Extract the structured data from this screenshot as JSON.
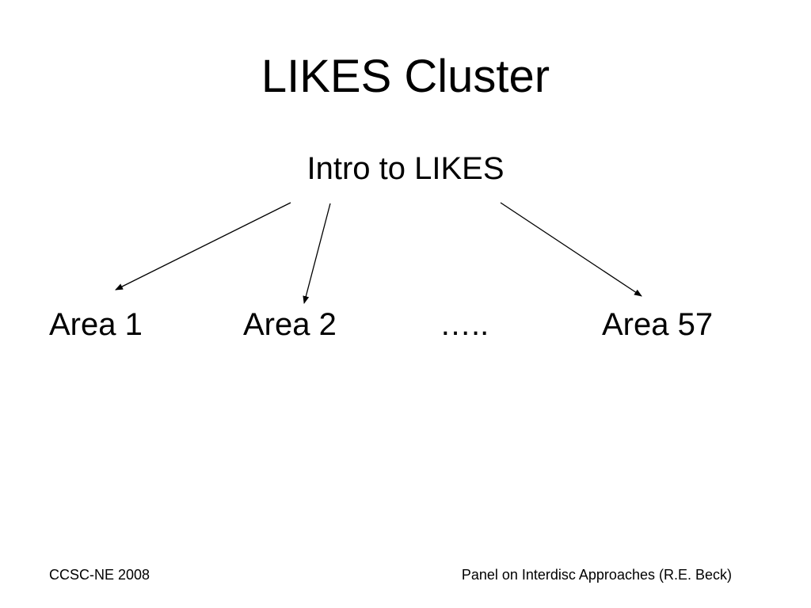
{
  "slide": {
    "title": "LIKES Cluster"
  },
  "diagram": {
    "root": "Intro to LIKES",
    "children": [
      "Area 1",
      "Area 2",
      "…..",
      "Area 57"
    ]
  },
  "footer": {
    "left": "CCSC-NE 2008",
    "right": "Panel on Interdisc Approaches  (R.E. Beck)"
  }
}
